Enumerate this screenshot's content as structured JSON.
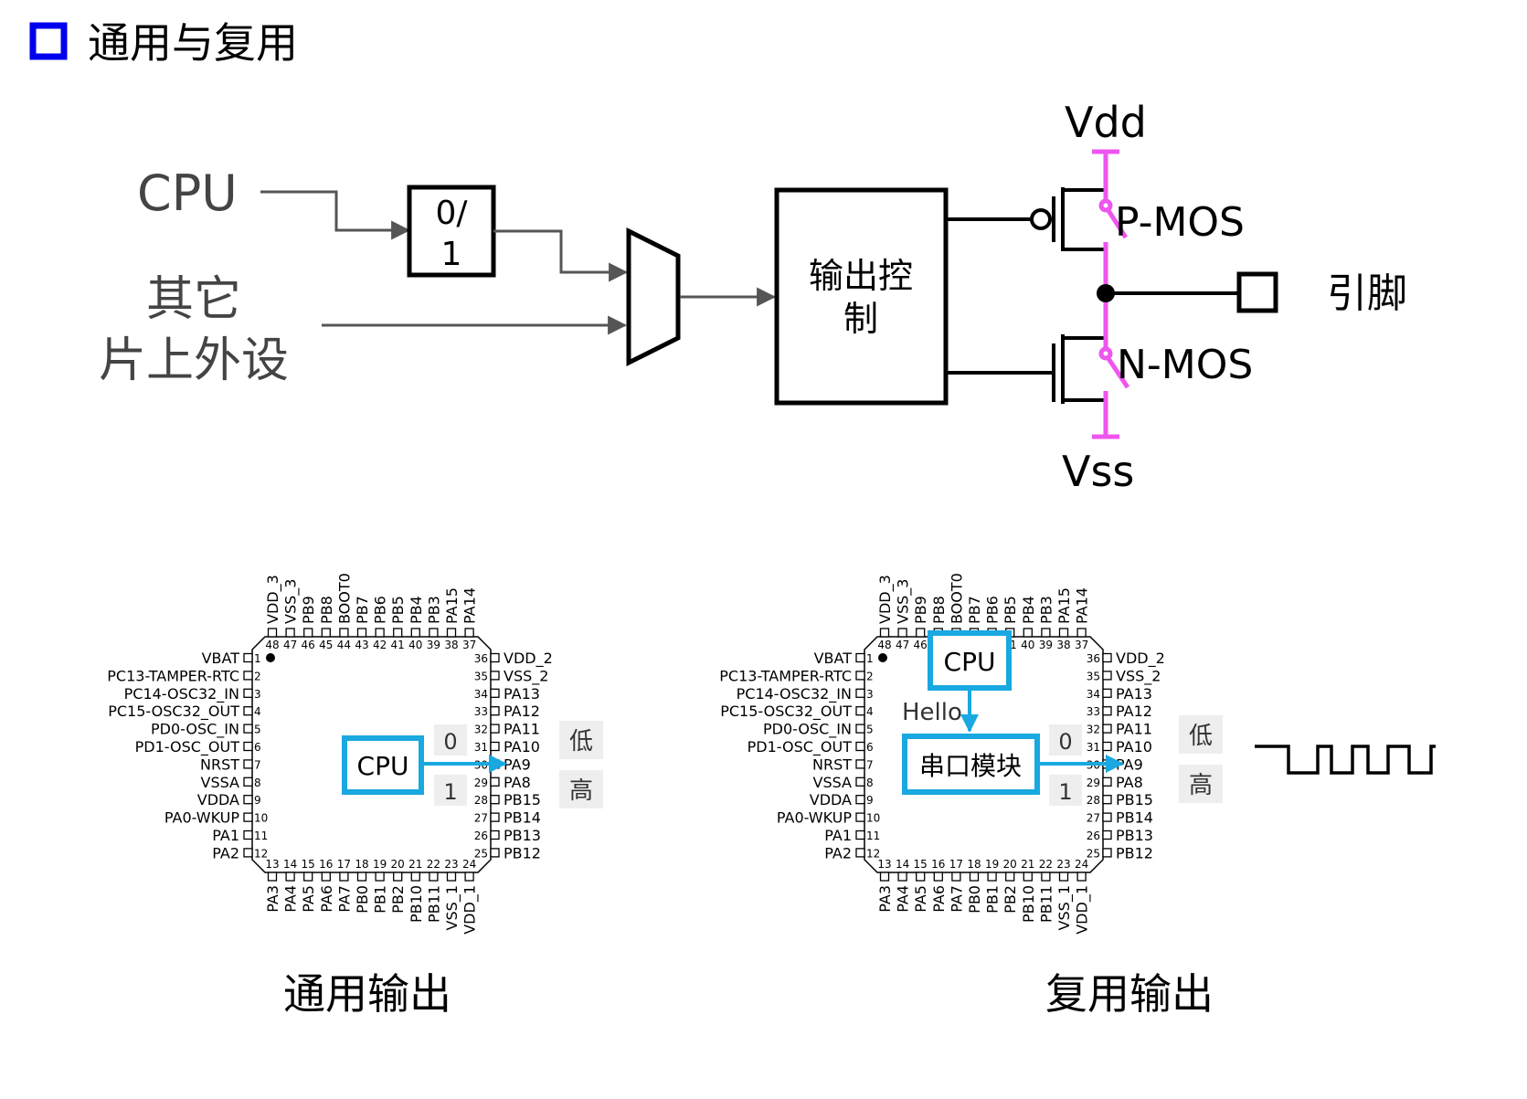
{
  "title": "通用与复用",
  "colors": {
    "title_square": "#0000ee",
    "mos_switch": "#ee55ee",
    "highlight": "#19a8e0",
    "wire": "#555555"
  },
  "top_diagram": {
    "cpu": "CPU",
    "other": [
      "其它",
      "片上外设"
    ],
    "latch": [
      "0/",
      "1"
    ],
    "control": [
      "输出控",
      "制"
    ],
    "vdd": "Vdd",
    "vss": "Vss",
    "pmos": "P-MOS",
    "nmos": "N-MOS",
    "pin": "引脚"
  },
  "chip": {
    "left_pins": [
      {
        "n": "1",
        "name": "VBAT"
      },
      {
        "n": "2",
        "name": "PC13-TAMPER-RTC"
      },
      {
        "n": "3",
        "name": "PC14-OSC32_IN"
      },
      {
        "n": "4",
        "name": "PC15-OSC32_OUT"
      },
      {
        "n": "5",
        "name": "PD0-OSC_IN"
      },
      {
        "n": "6",
        "name": "PD1-OSC_OUT"
      },
      {
        "n": "7",
        "name": "NRST"
      },
      {
        "n": "8",
        "name": "VSSA"
      },
      {
        "n": "9",
        "name": "VDDA"
      },
      {
        "n": "10",
        "name": "PA0-WKUP"
      },
      {
        "n": "11",
        "name": "PA1"
      },
      {
        "n": "12",
        "name": "PA2"
      }
    ],
    "right_pins": [
      {
        "n": "36",
        "name": "VDD_2"
      },
      {
        "n": "35",
        "name": "VSS_2"
      },
      {
        "n": "34",
        "name": "PA13"
      },
      {
        "n": "33",
        "name": "PA12"
      },
      {
        "n": "32",
        "name": "PA11"
      },
      {
        "n": "31",
        "name": "PA10"
      },
      {
        "n": "30",
        "name": "PA9"
      },
      {
        "n": "29",
        "name": "PA8"
      },
      {
        "n": "28",
        "name": "PB15"
      },
      {
        "n": "27",
        "name": "PB14"
      },
      {
        "n": "26",
        "name": "PB13"
      },
      {
        "n": "25",
        "name": "PB12"
      }
    ],
    "top_pins": [
      {
        "n": "48",
        "name": "VDD_3"
      },
      {
        "n": "47",
        "name": "VSS_3"
      },
      {
        "n": "46",
        "name": "PB9"
      },
      {
        "n": "45",
        "name": "PB8"
      },
      {
        "n": "44",
        "name": "BOOT0"
      },
      {
        "n": "43",
        "name": "PB7"
      },
      {
        "n": "42",
        "name": "PB6"
      },
      {
        "n": "41",
        "name": "PB5"
      },
      {
        "n": "40",
        "name": "PB4"
      },
      {
        "n": "39",
        "name": "PB3"
      },
      {
        "n": "38",
        "name": "PA15"
      },
      {
        "n": "37",
        "name": "PA14"
      }
    ],
    "bottom_pins": [
      {
        "n": "13",
        "name": "PA3"
      },
      {
        "n": "14",
        "name": "PA4"
      },
      {
        "n": "15",
        "name": "PA5"
      },
      {
        "n": "16",
        "name": "PA6"
      },
      {
        "n": "17",
        "name": "PA7"
      },
      {
        "n": "18",
        "name": "PB0"
      },
      {
        "n": "19",
        "name": "PB1"
      },
      {
        "n": "20",
        "name": "PB2"
      },
      {
        "n": "21",
        "name": "PB10"
      },
      {
        "n": "22",
        "name": "PB11"
      },
      {
        "n": "23",
        "name": "VSS_1"
      },
      {
        "n": "24",
        "name": "VDD_1"
      }
    ]
  },
  "left_panel": {
    "cpu": "CPU",
    "zero": "0",
    "one": "1",
    "low": "低",
    "high": "高",
    "caption": "通用输出"
  },
  "right_panel": {
    "cpu": "CPU",
    "hello": "Hello",
    "uart": "串口模块",
    "zero": "0",
    "one": "1",
    "low": "低",
    "high": "高",
    "caption": "复用输出"
  }
}
